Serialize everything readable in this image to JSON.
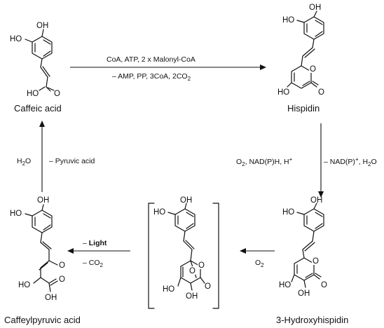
{
  "compounds": {
    "caffeic_acid": {
      "name": "Caffeic acid",
      "oh_top": "OH",
      "oh_left": "HO",
      "acid": "HO",
      "acid_o": "O"
    },
    "hispidin": {
      "name": "Hispidin",
      "oh_top": "OH",
      "oh_left": "HO",
      "ho_ring": "HO",
      "carbonyl": "O",
      "ring_o": "O"
    },
    "hydroxyhispidin": {
      "name": "3-Hydroxyhispidin",
      "oh_top": "OH",
      "oh_left": "HO",
      "ho_a": "HO",
      "ho_b": "OH",
      "carbonyl": "O",
      "ring_o": "O"
    },
    "intermediate": {
      "oh_top": "OH",
      "oh_left": "HO",
      "o1": "O",
      "o2": "O",
      "o3": "O",
      "ho_a": "HO",
      "ho_b": "OH"
    },
    "caffeylpyruvic_acid": {
      "name": "Caffeylpyruvic acid",
      "oh_top": "OH",
      "oh_left": "HO",
      "ketone": "O",
      "ho_enol": "HO",
      "acid_o": "O",
      "acid_oh": "OH"
    }
  },
  "arrows": {
    "top": {
      "line1": "CoA, ATP, 2 x Malonyl-CoA",
      "line2a": "– AMP, PP, 3CoA, 2CO",
      "line2b": "2"
    },
    "right": {
      "left_a": "O",
      "left_b": "2",
      "left_c": ", NAD(P)H, H",
      "left_d": "+",
      "right_a": "– NAD(P)",
      "right_b": "+",
      "right_c": ", H",
      "right_d": "2",
      "right_e": "O"
    },
    "bottom": {
      "a": "O",
      "b": "2"
    },
    "bottom_left": {
      "line1_dash": "– ",
      "line1_bold": "Light",
      "line2a": "– CO",
      "line2b": "2"
    },
    "left": {
      "left_a": "H",
      "left_b": "2",
      "left_c": "O",
      "right": "– Pyruvic acid"
    }
  }
}
